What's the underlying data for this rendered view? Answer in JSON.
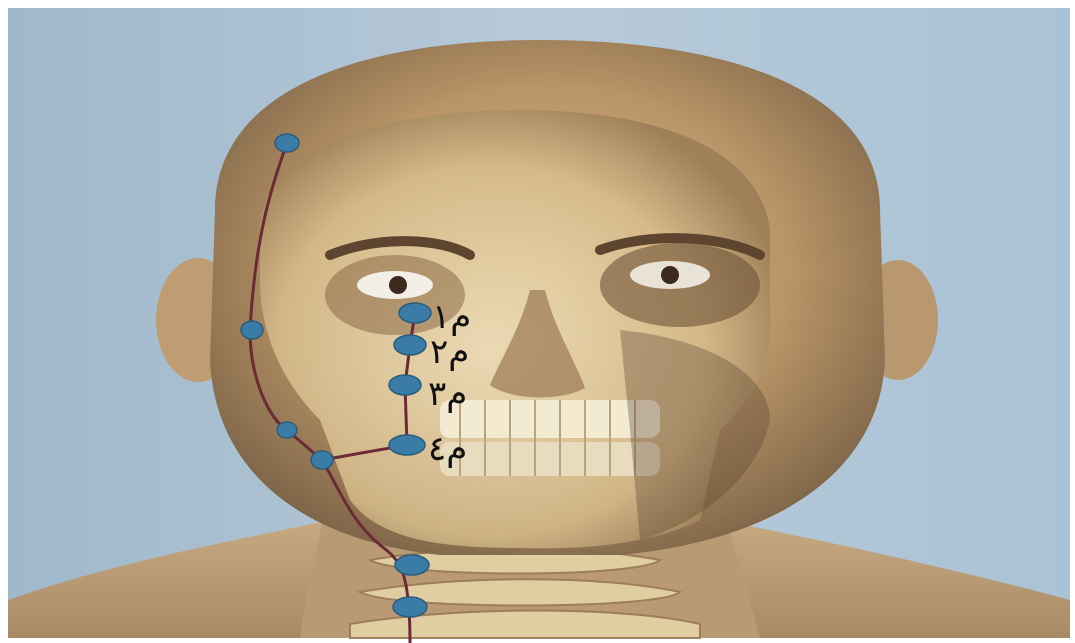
{
  "colors": {
    "point": "#3a7ca5",
    "meridian": "#6b2a35",
    "label_ink": "#111111",
    "background_panel": "#a8c2d6"
  },
  "labels": {
    "m1": "م١",
    "m2": "م٢",
    "m3": "م٣",
    "m4": "م٤"
  }
}
